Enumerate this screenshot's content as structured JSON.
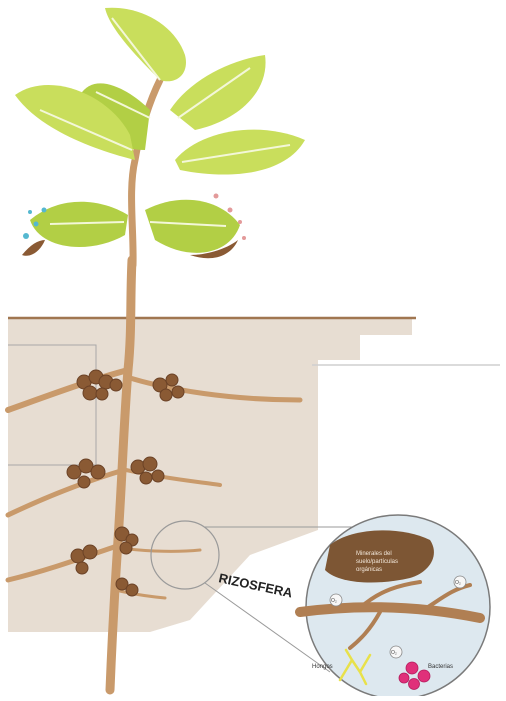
{
  "labels": {
    "rhizosphere": "RIZOSFERA",
    "minerals_line1": "Minerales del",
    "minerals_line2": "suelo/partículas",
    "minerals_line3": "orgánicas",
    "fungi": "Hongos",
    "bacteria": "Bacterias",
    "o2_tag": "O₂"
  },
  "colors": {
    "leaf_light": "#c9de5c",
    "leaf_mid": "#b2cf45",
    "leaf_vein": "#f3f7d8",
    "root": "#c99a6b",
    "nodule": "#8a5a34",
    "soil_fill": "#e7ddd2",
    "soil_line": "#a07650",
    "zoom_bg": "#dde8ef",
    "fungi": "#e8e14a",
    "bacteria": "#e0307a"
  }
}
